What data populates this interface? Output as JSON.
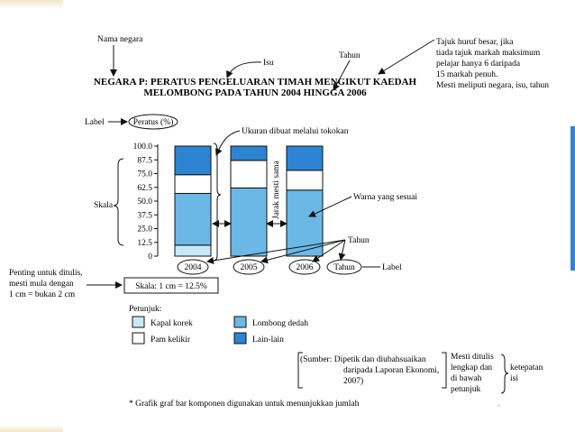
{
  "annotations": {
    "nama_negara": "Nama negara",
    "isu": "Isu",
    "tahun_top": "Tahun",
    "tajuk_note": [
      "Tajuk huruf besar, jika",
      "tiada tajuk markah maksimum",
      "pelajar hanya 6 daripada",
      "15 markah penuh.",
      "Mesti meliputi negara, isu, tahun"
    ],
    "label_left": "Label",
    "ukuran": "Ukuran dibuat melalui tokokan",
    "skala": "Skala",
    "jarak": "Jarak mesti sama",
    "warna": "Warna yang sesuai",
    "tahun_right": "Tahun",
    "label_right": "Label",
    "penting": [
      "Penting untuk ditulis,",
      "mesti mula dengan",
      "1 cm = bukan 2 cm"
    ],
    "mesti_ditulis": [
      "Mesti ditulis",
      "lengkap dan",
      "di bawah",
      "petunjuk"
    ],
    "ketepatan": [
      "ketepatan",
      "isi"
    ],
    "footnote": "* Grafik graf bar komponen digunakan untuk menunjukkan jumlah"
  },
  "colors": {
    "kapal_korek": "#c8e9f7",
    "pam_kelikir": "#ffffff",
    "lombong_dedah": "#6bb8e6",
    "lain_lain": "#2c84d3"
  },
  "chart_data": {
    "type": "bar",
    "stacked": true,
    "title": [
      "NEGARA P: PERATUS PENGELUARAN TIMAH MENGIKUT KAEDAH",
      "MELOMBONG PADA TAHUN 2004 HINGGA 2006"
    ],
    "ylabel": "Peratus (%)",
    "xlabel": "Tahun",
    "categories": [
      "2004",
      "2005",
      "2006"
    ],
    "ylim": [
      0,
      100
    ],
    "yticks": [
      "0",
      "12.5",
      "25.0",
      "37.5",
      "50.0",
      "62.5",
      "75.0",
      "87.5",
      "100.0"
    ],
    "scale": "Skala: 1 cm = 12.5%",
    "legend_title": "Petunjuk:",
    "series": [
      {
        "name": "Kapal korek",
        "color_key": "kapal_korek",
        "values": [
          10,
          0,
          0
        ]
      },
      {
        "name": "Lombong dedah",
        "color_key": "lombong_dedah",
        "values": [
          47,
          62,
          60
        ]
      },
      {
        "name": "Pam kelikir",
        "color_key": "pam_kelikir",
        "values": [
          17,
          25,
          18
        ]
      },
      {
        "name": "Lain-lain",
        "color_key": "lain_lain",
        "values": [
          26,
          13,
          22
        ]
      }
    ],
    "legend_order": [
      "Kapal korek",
      "Pam kelikir",
      "Lombong dedah",
      "Lain-lain"
    ],
    "source": [
      "(Sumber: Dipetik dan diubahsuaikan",
      "daripada Laporan Ekonomi,",
      "2007)"
    ]
  }
}
